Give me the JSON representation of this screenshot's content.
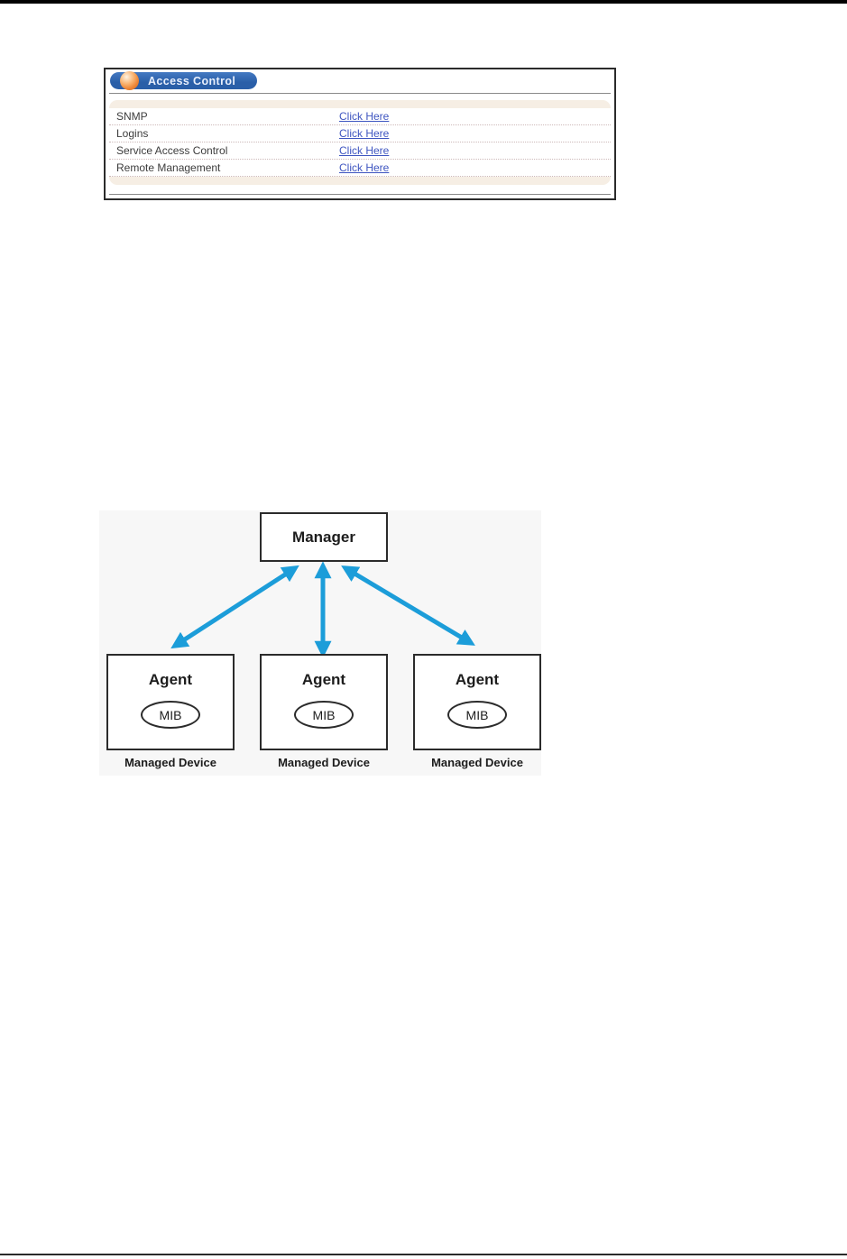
{
  "page": {
    "top_bar_color": "#010101",
    "bottom_rule_color": "#2a2a2a"
  },
  "access_control": {
    "title": "Access Control",
    "colors": {
      "title_bar": "#2a5fa8",
      "title_bar_light": "#4479c2",
      "title_text": "#e8effc",
      "panel_border": "#2b2b2b",
      "panel_rule": "#8a8a8a",
      "band": "#f6eee4",
      "row_text": "#3c3c3c",
      "row_separator": "#cdb9b9",
      "link": "#3e55c0"
    },
    "rows": [
      {
        "label": "SNMP",
        "link_text": "Click Here"
      },
      {
        "label": "Logins",
        "link_text": "Click Here"
      },
      {
        "label": "Service Access Control",
        "link_text": "Click Here"
      },
      {
        "label": "Remote Management",
        "link_text": "Click Here"
      }
    ]
  },
  "diagram": {
    "background": "#f7f7f7",
    "arrow_color": "#1c9dd9",
    "box_border_color": "#2b2b2b",
    "manager": {
      "label": "Manager"
    },
    "agents": [
      {
        "label": "Agent",
        "mib": "MIB",
        "caption": "Managed Device"
      },
      {
        "label": "Agent",
        "mib": "MIB",
        "caption": "Managed Device"
      },
      {
        "label": "Agent",
        "mib": "MIB",
        "caption": "Managed Device"
      }
    ]
  }
}
